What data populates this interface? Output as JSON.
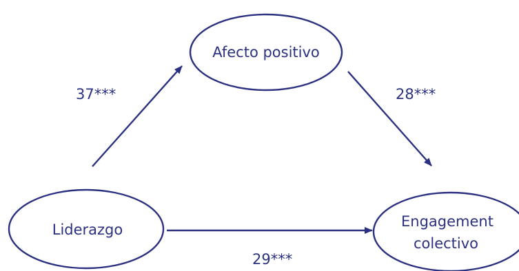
{
  "diagram": {
    "line_color": "#2b3180",
    "nodes": {
      "afecto": {
        "label": "Afecto positivo"
      },
      "liderazgo": {
        "label": "Liderazgo"
      },
      "engagement": {
        "line1": "Engagement",
        "line2": "colectivo"
      }
    },
    "edges": {
      "liderazgo_to_afecto": {
        "label": "37***"
      },
      "afecto_to_engagement": {
        "label": "28***"
      },
      "liderazgo_to_engagement": {
        "label": "29***"
      }
    }
  }
}
